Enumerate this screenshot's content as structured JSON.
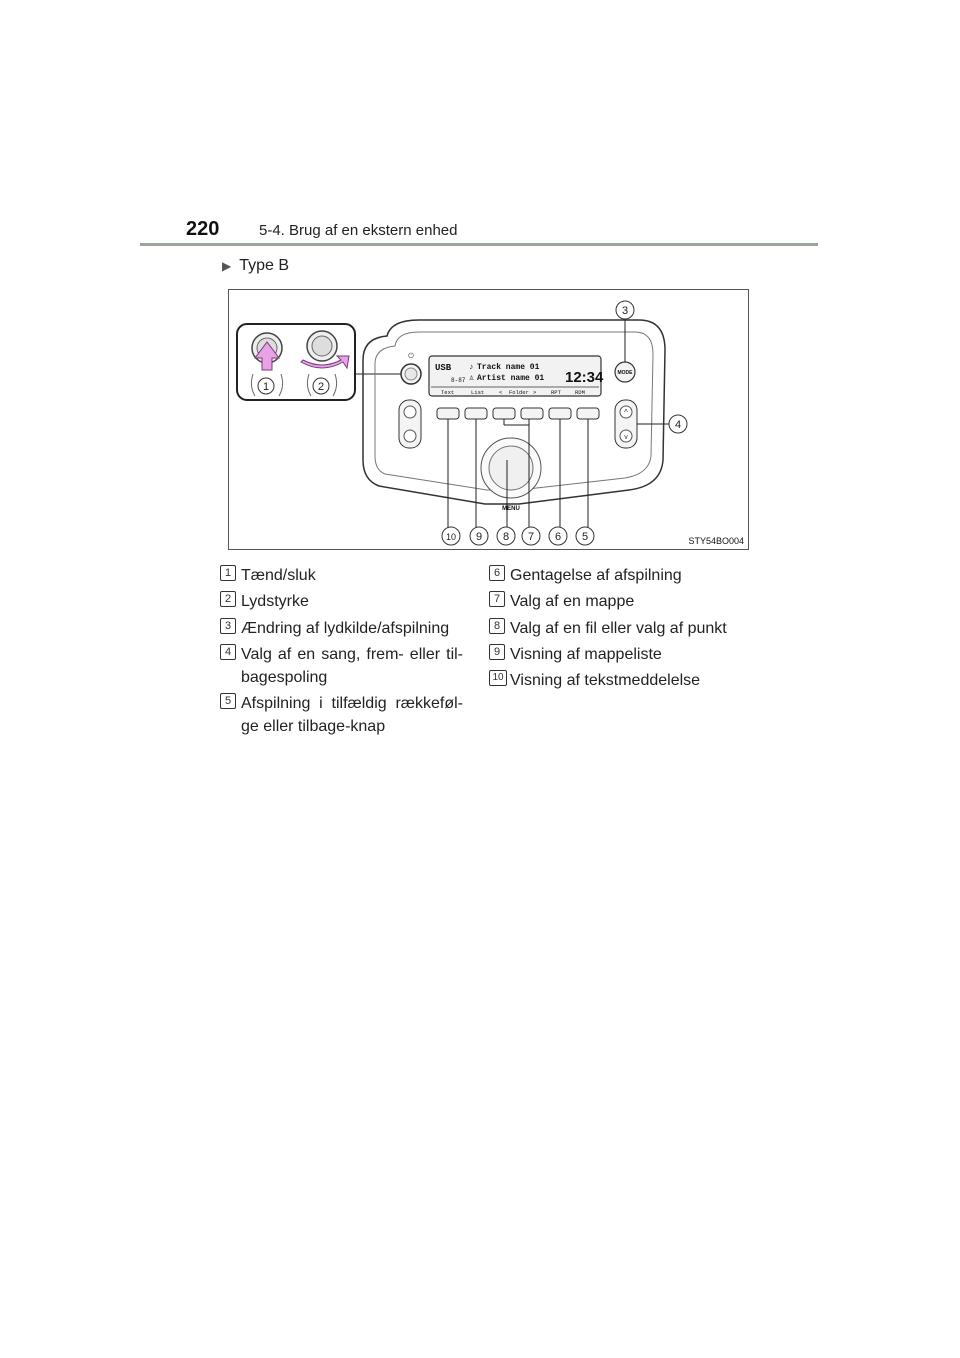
{
  "header": {
    "page_number": "220",
    "section_title": "5-4. Brug af en ekstern enhed"
  },
  "type_label": "Type B",
  "figure": {
    "code": "STY54BO004",
    "display": {
      "source": "USB",
      "track": "Track name 01",
      "artist": "Artist name 01",
      "sub": "8-87",
      "clock": "12:34",
      "softkeys": [
        "Text",
        "List",
        "<",
        "Folder",
        ">",
        "RPT",
        "RDM"
      ]
    },
    "mode_label": "MODE",
    "menu_label": "MENU",
    "callouts": [
      "1",
      "2",
      "3",
      "4",
      "5",
      "6",
      "7",
      "8",
      "9",
      "10"
    ]
  },
  "items_left": [
    {
      "n": "1",
      "text": "Tænd/sluk"
    },
    {
      "n": "2",
      "text": "Lydstyrke"
    },
    {
      "n": "3",
      "text": "Ændring af lydkilde/afspilning"
    },
    {
      "n": "4",
      "text": "Valg af en sang, frem- eller til-bagespoling"
    },
    {
      "n": "5",
      "text": "Afspilning i tilfældig rækkeføl-ge eller tilbage-knap"
    }
  ],
  "items_right": [
    {
      "n": "6",
      "text": "Gentagelse af afspilning"
    },
    {
      "n": "7",
      "text": "Valg af en mappe"
    },
    {
      "n": "8",
      "text": "Valg af en fil eller valg af punkt"
    },
    {
      "n": "9",
      "text": "Visning af mappeliste"
    },
    {
      "n": "10",
      "text": "Visning af tekstmeddelelse"
    }
  ]
}
